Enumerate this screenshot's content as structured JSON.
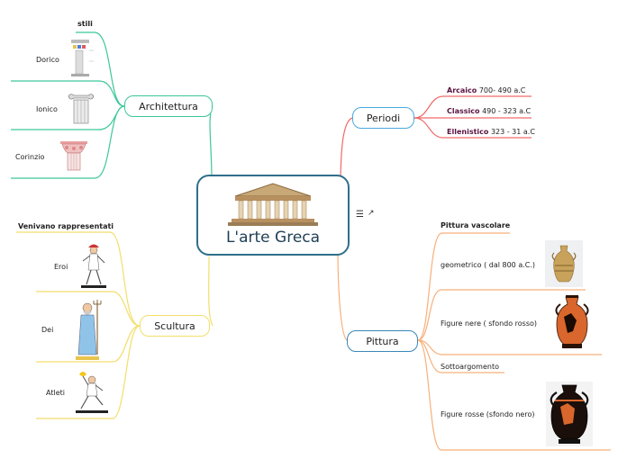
{
  "central": {
    "title": "L'arte Greca"
  },
  "architettura": {
    "label": "Architettura",
    "stili_label": "stili",
    "items": [
      "Dorico",
      "Ionico",
      "Corinzio"
    ]
  },
  "scultura": {
    "label": "Scultura",
    "intro": "Venivano rappresentati",
    "items": [
      "Eroi",
      "Dei",
      "Atleti"
    ]
  },
  "periodi": {
    "label": "Periodi",
    "items": [
      {
        "name": "Arcaico",
        "range": "700- 490 a.C"
      },
      {
        "name": "Classico",
        "range": "490 - 323 a.C"
      },
      {
        "name": "Ellenistico",
        "range": "323 - 31 a.C"
      }
    ]
  },
  "pittura": {
    "label": "Pittura",
    "vascolare": "Pittura vascolare",
    "items": [
      "geometrico ( dal 800 a.C.)",
      "Figure nere ( sfondo rosso)",
      "Sottoargomento",
      "Figure rosse (sfondo nero)"
    ]
  },
  "icons": {
    "menu": "☰",
    "link": "↗"
  },
  "colors": {
    "architettura": "#3cc79b",
    "scultura": "#f2de6a",
    "periodi": "#f06a6a",
    "pittura": "#f7b07a",
    "periodi_node": "#4aa8e0",
    "pittura_node": "#3a88b8",
    "central_border": "#2f6f8a",
    "period_name": "#5a1340"
  }
}
